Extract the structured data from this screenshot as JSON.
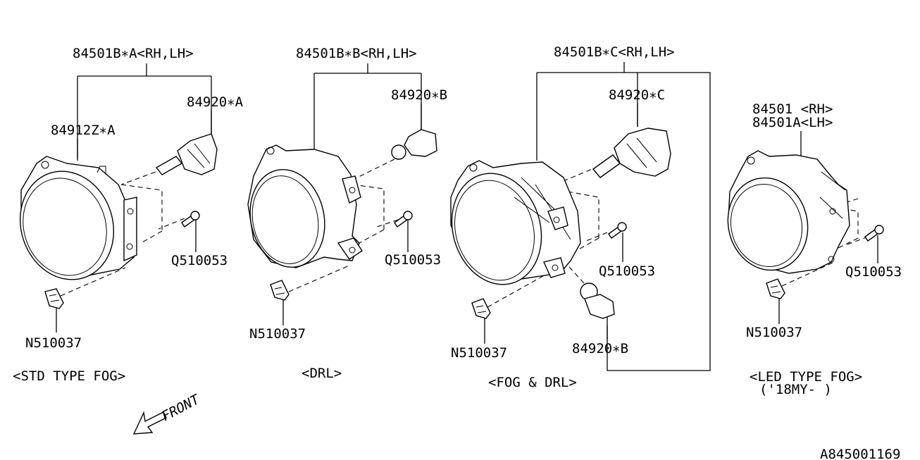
{
  "groups": {
    "std": {
      "caption": "<STD TYPE FOG>",
      "assembly": "84501B∗A<RH,LH>",
      "bulb": "84920∗A",
      "housing": "84912Z∗A",
      "screw": "Q510053",
      "nut": "N510037"
    },
    "drl": {
      "caption": "<DRL>",
      "assembly": "84501B∗B<RH,LH>",
      "bulb": "84920∗B",
      "screw": "Q510053",
      "nut": "N510037"
    },
    "fog_drl": {
      "caption": "<FOG & DRL>",
      "assembly": "84501B∗C<RH,LH>",
      "bulb": "84920∗C",
      "bulb2": "84920∗B",
      "screw": "Q510053",
      "nut": "N510037"
    },
    "led": {
      "caption": "<LED TYPE FOG>",
      "caption2": "('18MY- )",
      "assembly_rh": "84501  <RH>",
      "assembly_lh": "84501A<LH>",
      "screw": "Q510053",
      "nut": "N510037"
    }
  },
  "front_label": "FRONT",
  "diagram_id": "A845001169"
}
